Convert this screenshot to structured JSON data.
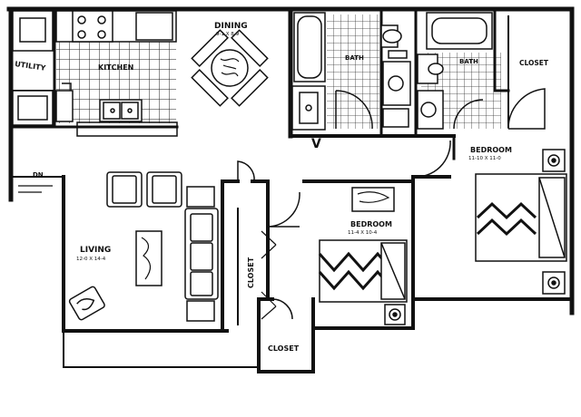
{
  "rooms": {
    "utility": {
      "label": "UTILITY"
    },
    "kitchen": {
      "label": "KITCHEN"
    },
    "dining": {
      "label": "DINING",
      "dims": "9-1 X 8-9"
    },
    "bath1": {
      "label": "BATH"
    },
    "bath2": {
      "label": "BATH"
    },
    "closet_tr": {
      "label": "CLOSET"
    },
    "bedroom1": {
      "label": "BEDROOM",
      "dims": "11-10 X 11-0"
    },
    "bedroom2": {
      "label": "BEDROOM",
      "dims": "11-4 X 10-4"
    },
    "living": {
      "label": "LIVING",
      "dims": "12-0 X 14-4"
    },
    "closet_v": {
      "label": "CLOSET"
    },
    "closet_b": {
      "label": "CLOSET"
    },
    "stair": {
      "label": "DN"
    },
    "entry": {
      "label": "V"
    }
  },
  "colors": {
    "line": "#111111",
    "background": "#ffffff"
  }
}
